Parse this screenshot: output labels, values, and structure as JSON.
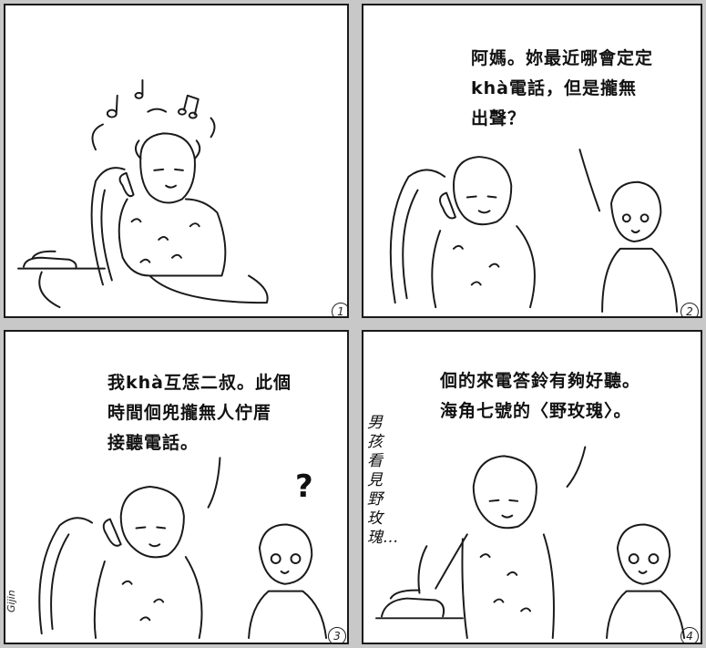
{
  "panels": [
    {
      "number": "1",
      "speech": []
    },
    {
      "number": "2",
      "speech": [
        "阿媽。妳最近哪會定定",
        "khà電話，但是攏無",
        "出聲？"
      ]
    },
    {
      "number": "3",
      "speech": [
        "我khà互恁二叔。此個",
        "時間佪兜攏無人佇厝",
        "接聽電話。"
      ],
      "question_mark": "?",
      "signature": "Gijin"
    },
    {
      "number": "4",
      "speech": [
        "佪的來電答鈴有夠好聽。",
        "海角七號的〈野玫瑰〉。"
      ],
      "side_text": "男孩看見野玫瑰…"
    }
  ]
}
